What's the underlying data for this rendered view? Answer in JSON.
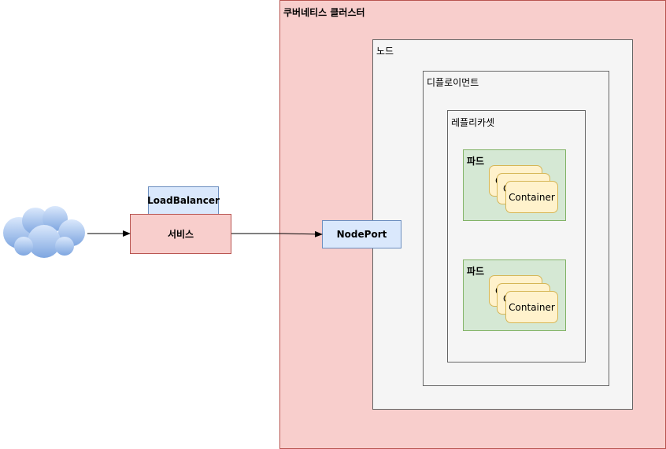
{
  "cluster": {
    "label": "쿠버네티스 클러스터"
  },
  "node": {
    "label": "노드"
  },
  "deployment": {
    "label": "디플로이먼트"
  },
  "replicaset": {
    "label": "레플리카셋"
  },
  "pods": [
    {
      "label": "파드",
      "containers": [
        "C",
        "C",
        "Container"
      ]
    },
    {
      "label": "파드",
      "containers": [
        "C",
        "C",
        "Container"
      ]
    }
  ],
  "load_balancer": {
    "label": "LoadBalancer"
  },
  "service": {
    "label": "서비스"
  },
  "node_port": {
    "label": "NodePort"
  },
  "icons": {
    "internet": "cloud-icon"
  },
  "colors": {
    "red_fill": "#f8cecc",
    "red_stroke": "#b85450",
    "gray_fill": "#f5f5f5",
    "gray_stroke": "#666666",
    "green_fill": "#d5e8d4",
    "green_stroke": "#82b366",
    "yellow_fill": "#fff2cc",
    "yellow_stroke": "#d6b656",
    "blue_fill": "#dae8fc",
    "blue_stroke": "#6c8ebf",
    "cloud_light": "#dae8fc",
    "cloud_dark": "#7ea6e0"
  }
}
